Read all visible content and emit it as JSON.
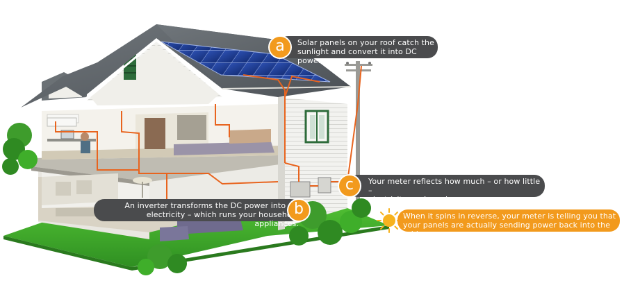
{
  "callouts": {
    "a": {
      "badge": "a",
      "line1": "Solar panels on your roof catch the",
      "line2": "sunlight and convert it into DC power."
    },
    "b": {
      "badge": "b",
      "line1": "An inverter transforms the DC power into AC",
      "line2": "electricity – which runs your household appliances."
    },
    "c": {
      "badge": "c",
      "line1": "Your meter reflects how much – or how little –",
      "line2": "electricity you’re using."
    },
    "d": {
      "line1": "When it spins in reverse, your meter is telling you that",
      "line2": "your panels are actually sending power back into the grid."
    }
  },
  "colors": {
    "callout_dark": "#4a4b4d",
    "callout_orange": "#f29a1d",
    "wire": "#e8641e",
    "lawn": "#3fae2a",
    "roof": "#5b6166",
    "solar_panel": "#1f3a8f"
  },
  "icons": {
    "sun": "sun-icon"
  }
}
